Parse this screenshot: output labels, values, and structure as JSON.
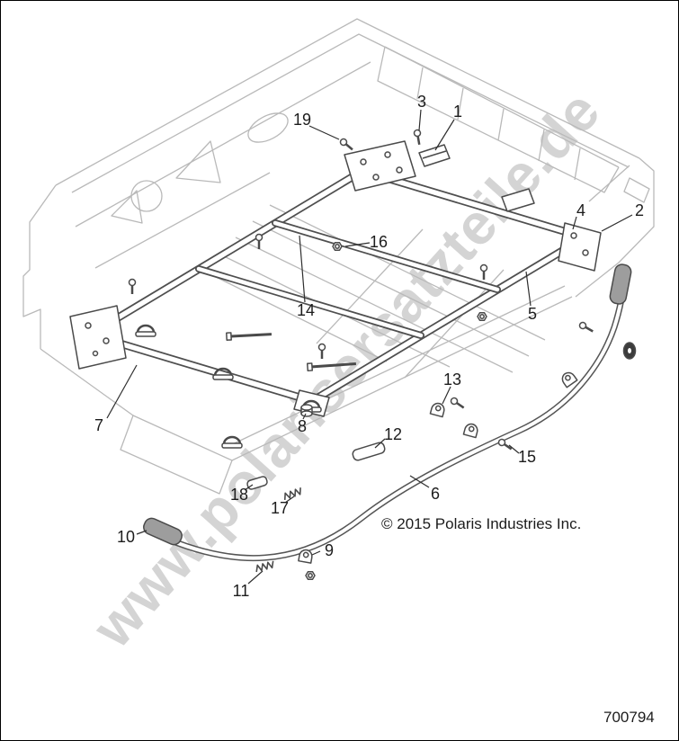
{
  "watermark": {
    "text": "www.polarisersatzteile.de",
    "color": "#d4d4d4"
  },
  "footer": {
    "copyright": "© 2015 Polaris Industries Inc.",
    "part_number": "700794"
  },
  "colors": {
    "light_line": "#b9b9b9",
    "dark_line": "#4a4a4a",
    "label_text": "#1c1c1c",
    "background": "#ffffff"
  },
  "callouts": [
    {
      "n": "1"
    },
    {
      "n": "2"
    },
    {
      "n": "3"
    },
    {
      "n": "4"
    },
    {
      "n": "5"
    },
    {
      "n": "6"
    },
    {
      "n": "7"
    },
    {
      "n": "8"
    },
    {
      "n": "9"
    },
    {
      "n": "10"
    },
    {
      "n": "11"
    },
    {
      "n": "12"
    },
    {
      "n": "13"
    },
    {
      "n": "14"
    },
    {
      "n": "15"
    },
    {
      "n": "16"
    },
    {
      "n": "17"
    },
    {
      "n": "18"
    },
    {
      "n": "19"
    }
  ]
}
